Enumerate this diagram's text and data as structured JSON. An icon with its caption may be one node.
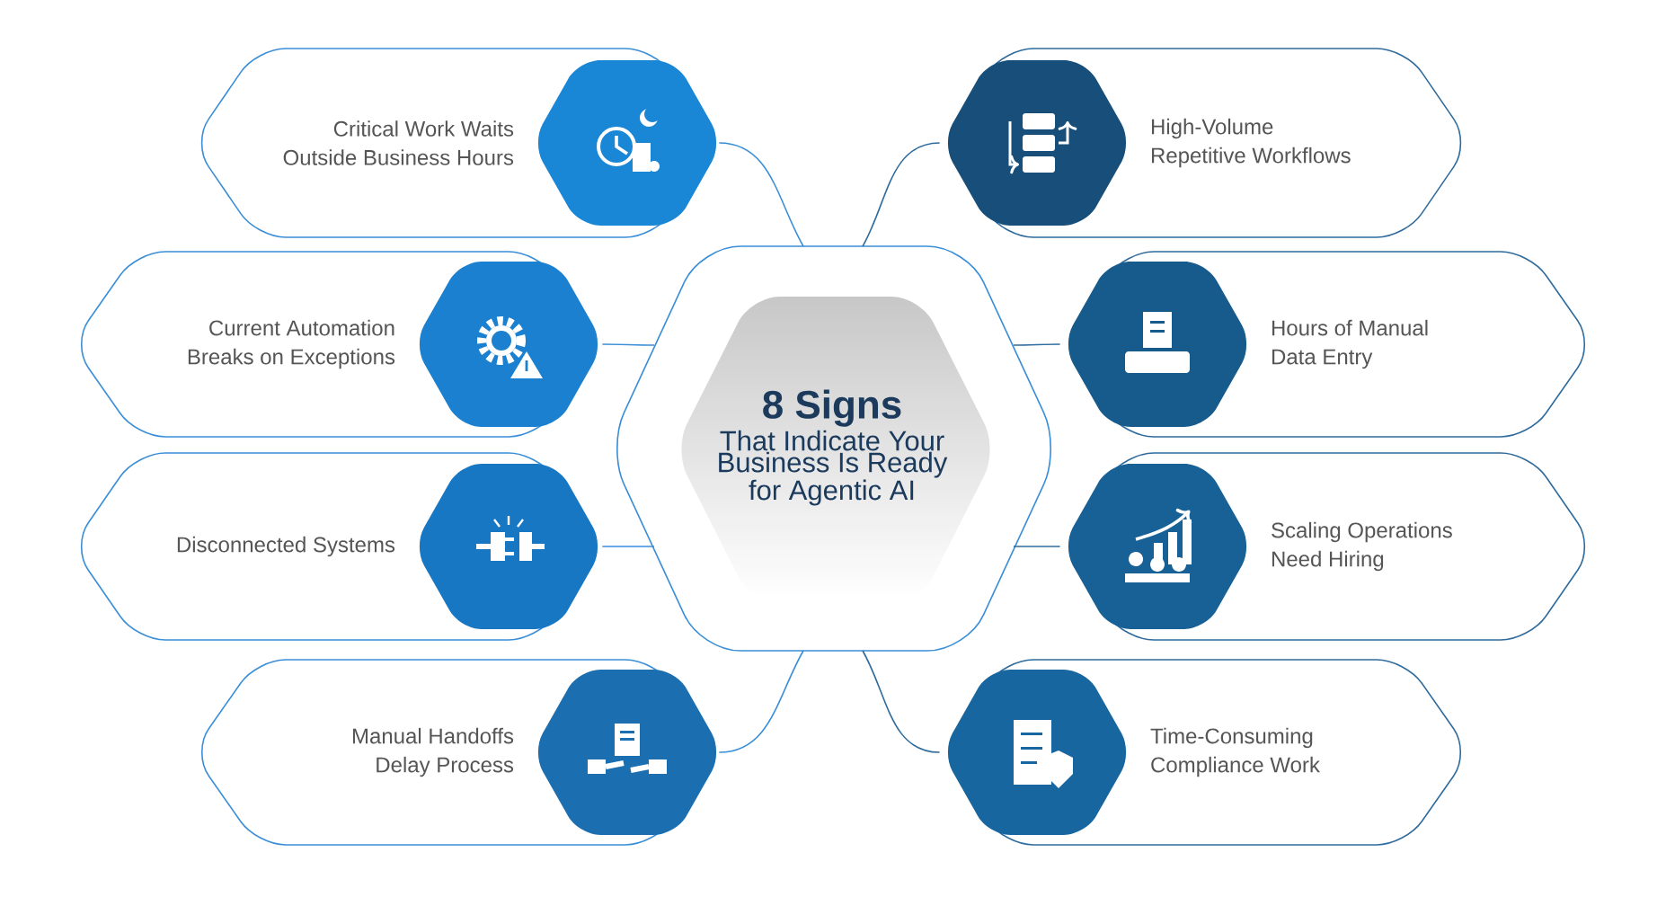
{
  "diagram": {
    "nodes": [
      {
        "text": [
          "8 Signs",
          "That Indicate Your Business Is Ready for Agentic AI"
        ]
      },
      {
        "text": [
          "Critical Work Waits Outside Business Hours"
        ]
      },
      {
        "text": [
          "Current Automation Breaks on Exceptions"
        ]
      },
      {
        "text": [
          "Disconnected Systems"
        ]
      },
      {
        "text": [
          "Manual Handoffs Delay Process"
        ]
      },
      {
        "text": [
          "High-Volume Repetitive Workflows"
        ]
      },
      {
        "text": [
          "Hours of Manual Data Entry"
        ]
      },
      {
        "text": [
          "Scaling Operations Need Hiring"
        ]
      },
      {
        "text": [
          "Time-Consuming Compliance Work"
        ]
      }
    ],
    "edges": [
      {
        "from": 0,
        "to": 1,
        "arrow": "none"
      },
      {
        "from": 0,
        "to": 2,
        "arrow": "none"
      },
      {
        "from": 0,
        "to": 3,
        "arrow": "none"
      },
      {
        "from": 0,
        "to": 4,
        "arrow": "none"
      },
      {
        "from": 0,
        "to": 5,
        "arrow": "none"
      },
      {
        "from": 0,
        "to": 6,
        "arrow": "none"
      },
      {
        "from": 0,
        "to": 7,
        "arrow": "none"
      },
      {
        "from": 0,
        "to": 8,
        "arrow": "none"
      }
    ]
  }
}
